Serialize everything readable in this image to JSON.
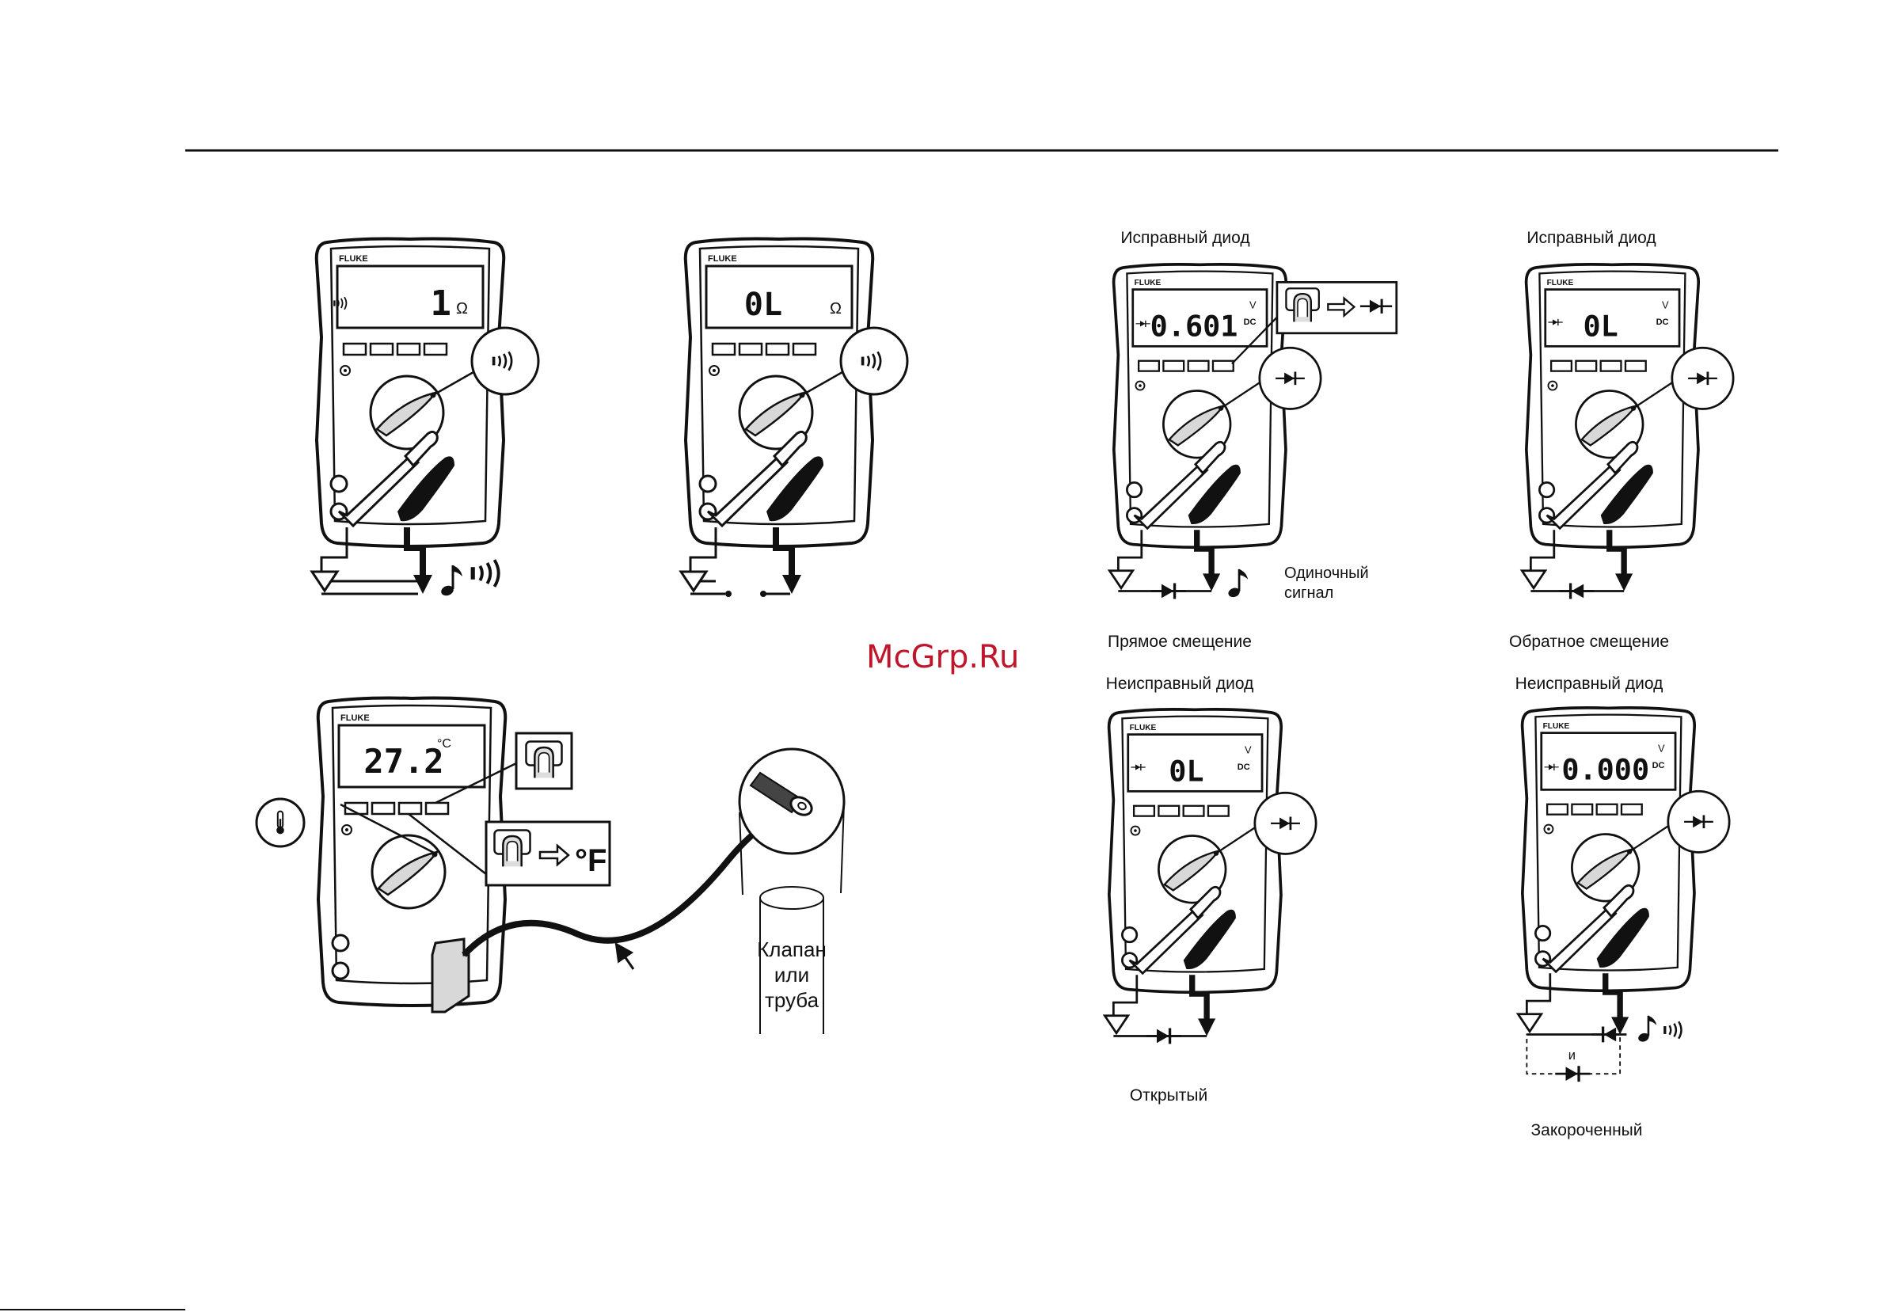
{
  "brand": "FLUKE",
  "watermark": "McGrp.Ru",
  "colors": {
    "line": "#111111",
    "body_fill": "#ffffff",
    "dial_fill": "#d8d8d8",
    "watermark": "#c0162b"
  },
  "meters": [
    {
      "id": "continuity-short",
      "display": "1",
      "unit": "Ω",
      "annunciator": "beeper-icon",
      "dial": "beeper-icon"
    },
    {
      "id": "continuity-open",
      "display": "0L",
      "unit": "Ω",
      "annunciator": "",
      "dial": "beeper-icon"
    },
    {
      "id": "temperature",
      "display": "27.2",
      "unit": "°C",
      "annunciator": "",
      "dial": "thermometer-icon"
    },
    {
      "id": "diode-good-forward",
      "display": "0.601",
      "unit": "V",
      "sub_unit": "DC",
      "annunciator": "diode-icon",
      "dial": "diode-icon"
    },
    {
      "id": "diode-good-reverse",
      "display": "0L",
      "unit": "V",
      "sub_unit": "DC",
      "annunciator": "diode-icon",
      "dial": "diode-icon"
    },
    {
      "id": "diode-bad-open",
      "display": "0L",
      "unit": "V",
      "sub_unit": "DC",
      "annunciator": "diode-icon",
      "dial": "diode-icon"
    },
    {
      "id": "diode-bad-short",
      "display": "0.000",
      "unit": "V",
      "sub_unit": "DC",
      "annunciator": "diode-icon",
      "dial": "diode-icon"
    }
  ],
  "labels": {
    "good_diode_1": "Исправный диод",
    "good_diode_2": "Исправный диод",
    "bad_diode_1": "Неисправный диод",
    "bad_diode_2": "Неисправный диод",
    "single_tone_1": "Одиночный",
    "single_tone_2": "сигнал",
    "forward_bias": "Прямое смещение",
    "reverse_bias": "Обратное смещение",
    "open": "Открытый",
    "shorted": "Закороченный",
    "and": "и",
    "valve_1": "Клапан",
    "valve_2": "или",
    "valve_3": "труба",
    "fahrenheit": "°F"
  }
}
